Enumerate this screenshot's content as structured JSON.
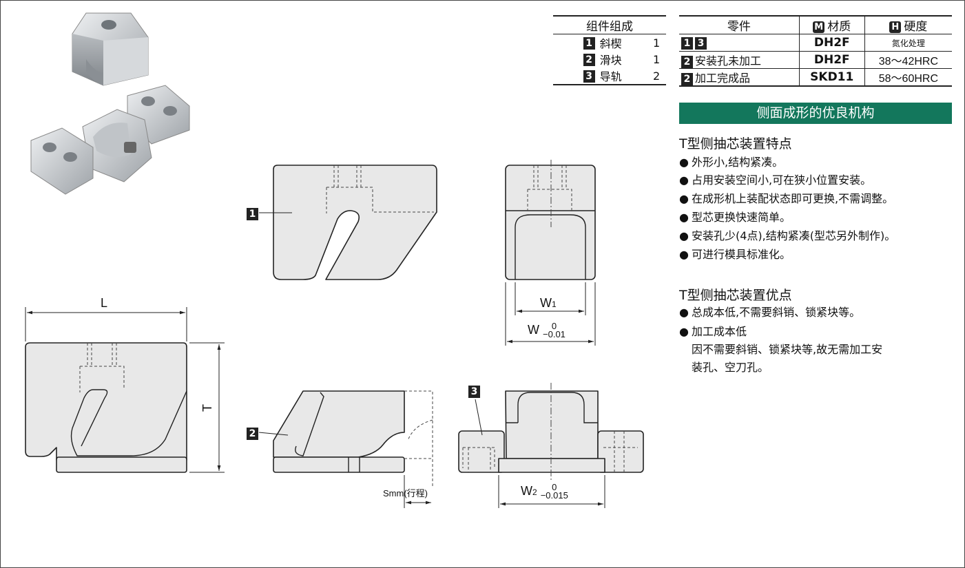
{
  "composition_table": {
    "header": "组件组成",
    "rows": [
      {
        "num": "1",
        "name": "斜楔",
        "qty": "1"
      },
      {
        "num": "2",
        "name": "滑块",
        "qty": "1"
      },
      {
        "num": "3",
        "name": "导轨",
        "qty": "2"
      }
    ]
  },
  "material_table": {
    "headers": {
      "part": "零件",
      "material_badge": "M",
      "material": "材质",
      "hardness_badge": "H",
      "hardness": "硬度"
    },
    "rows": [
      {
        "nums": [
          "1",
          "3"
        ],
        "label": "",
        "material": "DH2F",
        "hardness": "氮化处理"
      },
      {
        "nums": [
          "2"
        ],
        "label": "安装孔未加工",
        "material": "DH2F",
        "hardness": "38〜42HRC"
      },
      {
        "nums": [
          "2"
        ],
        "label": "加工完成品",
        "material": "SKD11",
        "hardness": "58〜60HRC"
      }
    ]
  },
  "banner": "侧面成形的优良机构",
  "features": {
    "title": "T型侧抽芯装置特点",
    "items": [
      "外形小,结构紧凑。",
      "占用安装空间小,可在狭小位置安装。",
      "在成形机上装配状态即可更换,不需调整。",
      "型芯更换快速简单。",
      "安装孔少(4点),结构紧凑(型芯另外制作)。",
      "可进行模具标准化。"
    ]
  },
  "advantages": {
    "title": "T型侧抽芯装置优点",
    "items": [
      "总成本低,不需要斜销、锁紧块等。",
      "加工成本低"
    ],
    "continuation": [
      "因不需要斜销、锁紧块等,故无需加工安",
      "装孔、空刀孔。"
    ]
  },
  "drawing": {
    "part_labels": [
      "1",
      "2",
      "3"
    ],
    "dim_L": "L",
    "dim_T": "T",
    "dim_W1": "W",
    "dim_W1_sub": "1",
    "dim_W": "W",
    "dim_W2": "W",
    "dim_W2_sub": "2",
    "tol_upper": "0",
    "tol_W": "−0.01",
    "tol_W2": "−0.015",
    "stroke": "Smm(行程)"
  },
  "colors": {
    "banner": "#13775c",
    "part_fill": "#e8e8e8",
    "metal": "#c9ccd0"
  }
}
